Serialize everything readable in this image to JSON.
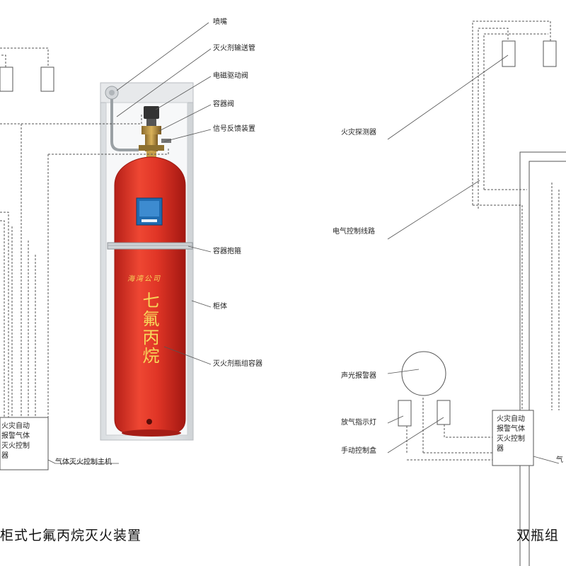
{
  "labels": {
    "nozzle": "喷嘴",
    "discharge_pipe": "灭火剂输送管",
    "solenoid_valve": "电磁驱动阀",
    "container_valve": "容器阀",
    "signal_feedback": "信号反馈装置",
    "clamp": "容器抱箍",
    "cabinet": "柜体",
    "agent_container": "灭火剂瓶组容器",
    "controller_main": "气体灭火控制主机",
    "fire_detector": "火灾探测器",
    "electrical_line": "电气控制线路",
    "alarm": "声光报警器",
    "discharge_light": "放气指示灯",
    "manual_box": "手动控制盒"
  },
  "left_panel": {
    "lines": [
      "火灾自动",
      "报警气体",
      "灭火控制",
      "器"
    ]
  },
  "right_panel": {
    "lines": [
      "火灾自动",
      "报警气体",
      "灭火控制",
      "器"
    ]
  },
  "right_edge_label": "气",
  "cylinder": {
    "brand": "海湾公司",
    "name": "七氟丙烷"
  },
  "titles": {
    "left": "柜式七氟丙烷灭火装置",
    "right": "双瓶组"
  },
  "colors": {
    "cylinder": "#e63a2a",
    "cylinder_dark": "#b7201a",
    "cabinet": "#e9ecef",
    "line": "#555555",
    "text_gold": "#f7d65a"
  }
}
